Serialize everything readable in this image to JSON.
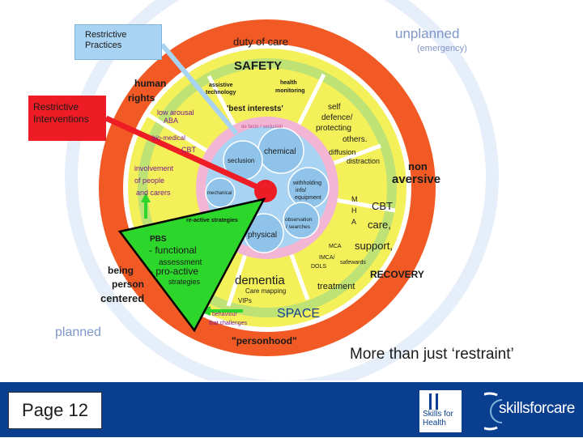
{
  "diagram": {
    "outer_ring": {
      "top_right": "unplanned",
      "top_right_sub": "(emergency)",
      "bottom_left": "planned"
    },
    "orange_ring": {
      "top": "duty of care",
      "human_rights_1": "human",
      "human_rights_2": "rights",
      "non_1": "non",
      "non_2": "aversive",
      "recovery": "RECOVERY",
      "person_1": "being",
      "person_2": "person",
      "person_3": "centered",
      "personhood": "\"personhood\""
    },
    "yellow_ring": {
      "safety": "SAFETY",
      "space": "SPACE",
      "assistive_1": "assistive",
      "assistive_2": "technology",
      "health_1": "health",
      "health_2": "monitoring",
      "best_interests": "'best interests'",
      "self_defence_1": "self",
      "self_defence_2": "defence/",
      "self_defence_3": "protecting",
      "self_defence_4": "others.",
      "diffusion": "diffusion",
      "distraction": "distraction",
      "low_arousal_1": "low arousal",
      "low_arousal_2": "ABA",
      "bio_medical": "bio-medical",
      "cbt_left": "CBT",
      "involvement_1": "involvement",
      "involvement_2": "of people",
      "involvement_3": "and carers",
      "mha_m": "M",
      "mha_h": "H",
      "mha_a": "A",
      "cbt_right": "CBT",
      "care": "care,",
      "support": "support,",
      "treatment": "treatment",
      "mca": "MCA",
      "imca": "IMCA/",
      "dols": "DOLS",
      "safewards": "safewards",
      "dementia": "dementia",
      "care_mapping": "Care mapping",
      "vips": "VIPs",
      "behaviour_1": "behaviour",
      "behaviour_2": "that challenges"
    },
    "pink_ring": {
      "de_facto": "de facto / seclusion",
      "reactive": "re-active strategies"
    },
    "inner": {
      "chemical": "chemical",
      "seclusion": "seclusion",
      "mechanical": "mechanical",
      "withholding_1": "withholding",
      "withholding_2": "info/",
      "withholding_3": "equipment",
      "observation_1": "observation",
      "observation_2": "/ searches",
      "physical": "physical"
    },
    "pbs": {
      "line1": "PBS",
      "line2": "- functional",
      "line3": "assessment",
      "line4": "- pro-active",
      "line5": "strategies"
    },
    "restrictive_practices_1": "Restrictive",
    "restrictive_practices_2": "Practices",
    "restrictive_interventions_1": "Restrictive",
    "restrictive_interventions_2": "Interventions"
  },
  "caption": "More than just ‘restraint’",
  "footer": {
    "page_label": "Page 12",
    "logo_left_1": "Skills for",
    "logo_left_2": "Health",
    "logo_right": "skillsforcare"
  },
  "colors": {
    "outer_ring": "#dde8f7",
    "orange": "#f15a24",
    "yellow": "#f3f35b",
    "light_green": "#b7e06a",
    "pink": "#f2b5d4",
    "inner_blue": "#a9d3f2",
    "red": "#ee1c24",
    "green": "#2dd62a",
    "footer": "#0a3f8f"
  }
}
